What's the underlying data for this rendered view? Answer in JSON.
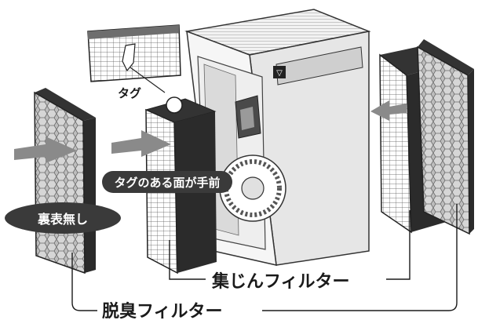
{
  "labels": {
    "tag": "タグ",
    "tag_side_front": "タグのある面が手前",
    "reverse_ok": "裏表無し",
    "dust_filter": "集じんフィルター",
    "deodorizing_filter": "脱臭フィルター"
  },
  "unit": {
    "brand_mark": "▽"
  },
  "colors": {
    "line": "#1a1a1a",
    "pill_fill": "#3a3a3a",
    "arrow_fill": "#8a8a8a",
    "filter_frame": "#2b2b2b",
    "carbon_mesh": "#9a9a9a"
  }
}
